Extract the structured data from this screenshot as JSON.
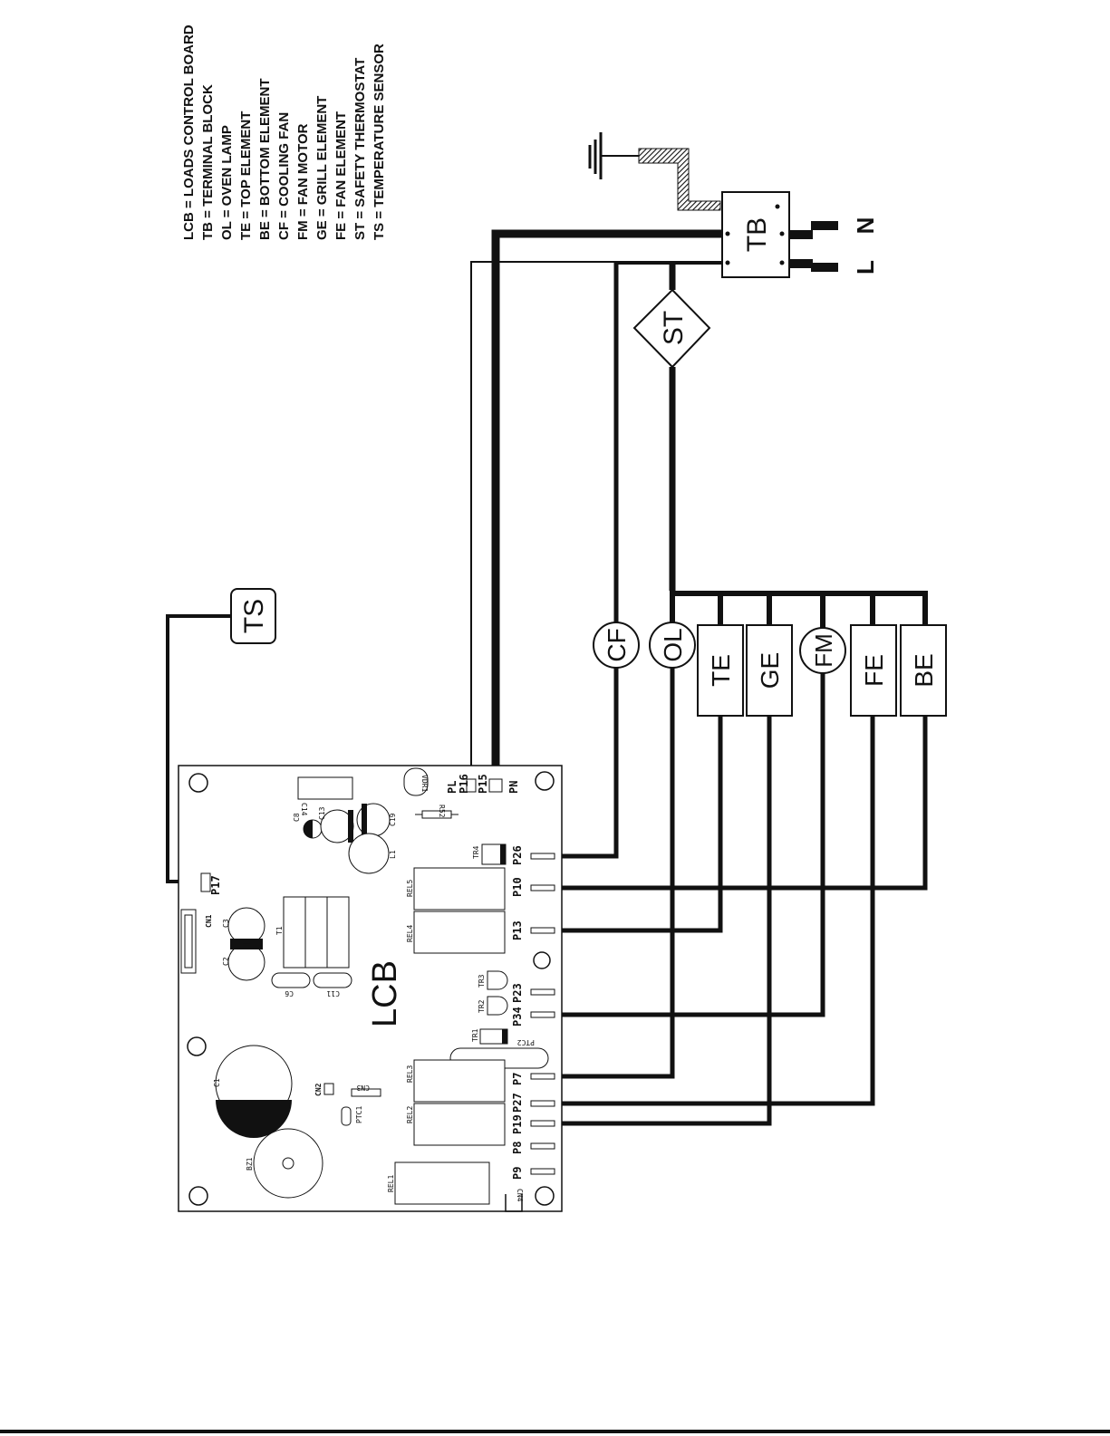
{
  "legend": [
    "LCB = LOADS CONTROL BOARD",
    "TB = TERMINAL BLOCK",
    "OL = OVEN LAMP",
    "TE = TOP ELEMENT",
    "BE = BOTTOM ELEMENT",
    "CF = COOLING FAN",
    "FM = FAN MOTOR",
    "GE = GRILL ELEMENT",
    "FE = FAN ELEMENT",
    "ST = SAFETY THERMOSTAT",
    "TS = TEMPERATURE SENSOR"
  ],
  "board": {
    "label": "LCB",
    "pins": {
      "pl": "PL",
      "p16": "P16",
      "p15": "P15",
      "pn": "PN",
      "p26": "P26",
      "p10": "P10",
      "p13": "P13",
      "p23": "P23",
      "p34": "P34",
      "p7": "P7",
      "p27": "P27",
      "p19": "P19",
      "p8": "P8",
      "p9": "P9",
      "p17": "P17"
    },
    "components": {
      "vdr1": "VDR1",
      "c14": "C14",
      "c13": "C13",
      "c8": "C8",
      "c19": "C19",
      "r52": "R52",
      "l1": "L1",
      "tr4": "TR4",
      "rel5": "REL5",
      "rel4": "REL4",
      "cn1": "CN1",
      "c3": "C3",
      "c2": "C2",
      "t1": "T1",
      "c6": "C6",
      "c11": "C11",
      "tr3": "TR3",
      "tr2": "TR2",
      "tr1": "TR1",
      "ptc2": "PTC2",
      "rel3": "REL3",
      "rel2": "REL2",
      "c1": "C1",
      "cn2": "CN2",
      "cn3": "CN3",
      "ptc1": "PTC1",
      "bz1": "BZ1",
      "rel1": "REL1",
      "cn4": "CN4"
    }
  },
  "terminal_block": {
    "label": "TB",
    "n": "N",
    "l": "L"
  },
  "loads": {
    "ts": "TS",
    "st": "ST",
    "cf": "CF",
    "ol": "OL",
    "te": "TE",
    "ge": "GE",
    "fm": "FM",
    "fe": "FE",
    "be": "BE"
  }
}
